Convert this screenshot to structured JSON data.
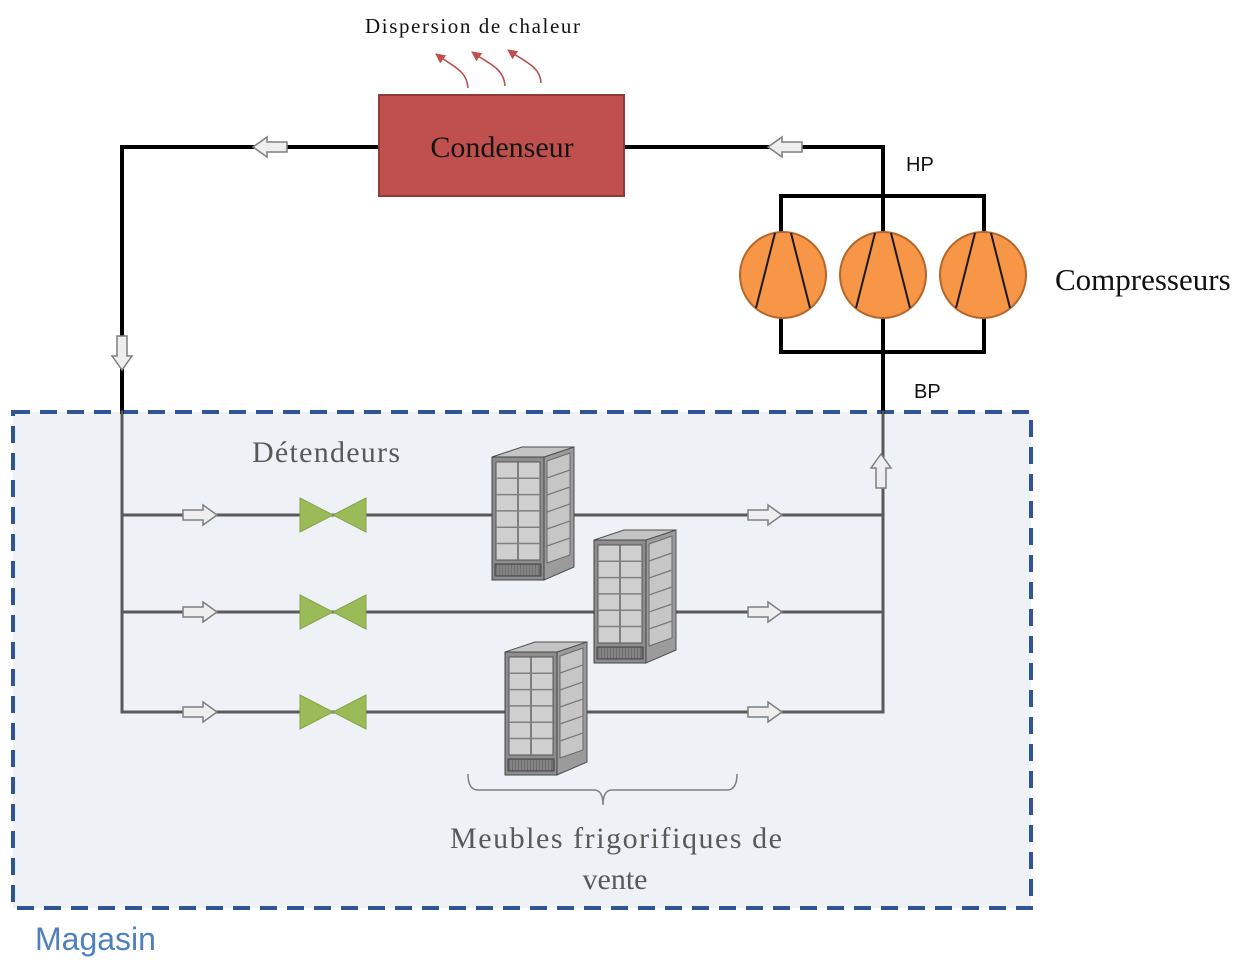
{
  "heat_dispersion": {
    "label": "Dispersion de chaleur"
  },
  "condenser": {
    "label": "Condenseur"
  },
  "compressors": {
    "label": "Compresseurs",
    "high_pressure_label": "HP",
    "low_pressure_label": "BP"
  },
  "expansion_valves": {
    "label": "Détendeurs"
  },
  "display_cases": {
    "label_lines": [
      "Meubles frigorifiques de",
      "vente"
    ]
  },
  "store": {
    "label": "Magasin"
  },
  "colors": {
    "condenser": "#c0504d",
    "heat_arrow": "#c0504d",
    "compressor": "#f79646",
    "valve": "#9bbb59",
    "store_border": "#2f5597",
    "store_fill": "#eef1f6",
    "store_label": "#4f81bd",
    "pipe_outside": "#000000",
    "pipe_inside": "#595959",
    "muted_text": "#595959"
  },
  "icons": {
    "heat": "heat-arrow-icon",
    "condenser": "condenser-icon",
    "compressor": "compressor-icon",
    "expansion_valve": "expansion-valve-icon",
    "display_case": "display-fridge-icon",
    "flow": "flow-arrow-icon",
    "group_bracket": "brace-icon"
  }
}
